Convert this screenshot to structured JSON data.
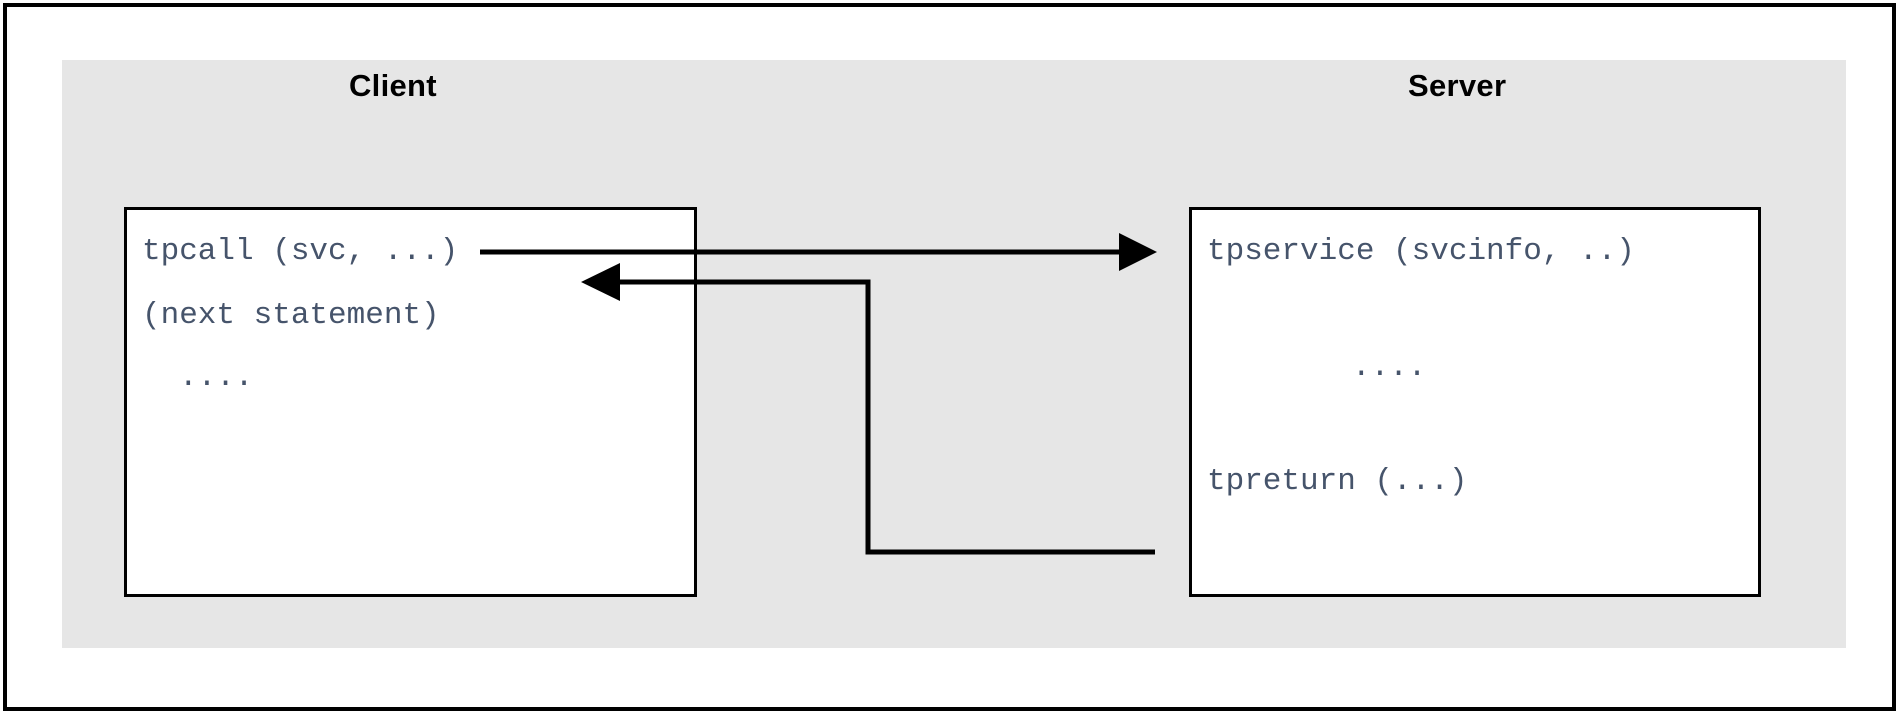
{
  "figure": {
    "type": "diagram",
    "subtype": "request-reply sequence",
    "background_color": "#ffffff",
    "panel_color": "#e6e6e6",
    "code_text_color": "#46546b",
    "line_color": "#000000"
  },
  "columns": [
    {
      "id": "client",
      "title": "Client"
    },
    {
      "id": "server",
      "title": "Server"
    }
  ],
  "client_box": {
    "lines": [
      "tpcall (svc, ...)",
      "(next statement)",
      "...."
    ]
  },
  "server_box": {
    "lines": [
      "tpservice (svcinfo, ..)",
      "....",
      "tpreturn (...)"
    ]
  },
  "connections": [
    {
      "id": "request",
      "from": "client.tpcall",
      "to": "server.tpservice",
      "direction": "right",
      "arrowhead": "end"
    },
    {
      "id": "reply",
      "from": "server.tpreturn",
      "to": "client.tpcall",
      "direction": "left",
      "arrowhead": "end"
    }
  ]
}
